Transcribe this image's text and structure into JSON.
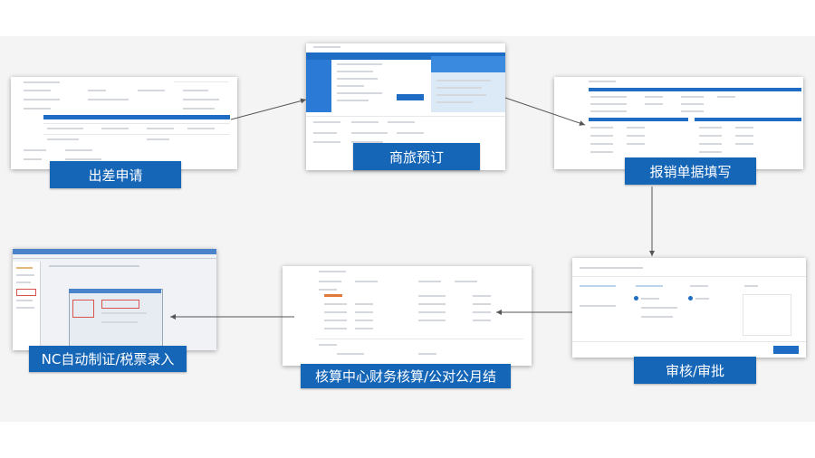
{
  "steps": {
    "travel_application": "出差申请",
    "business_travel_booking": "商旅预订",
    "expense_report_filling": "报销单据填写",
    "review_approval": "审核/审批",
    "accounting_center": "核算中心财务核算/公对公月结",
    "nc_auto_voucher": "NC自动制证/税票录入"
  },
  "colors": {
    "label_bg": "#1666b8",
    "accent": "#1e6cc4",
    "arrow": "#555555"
  }
}
